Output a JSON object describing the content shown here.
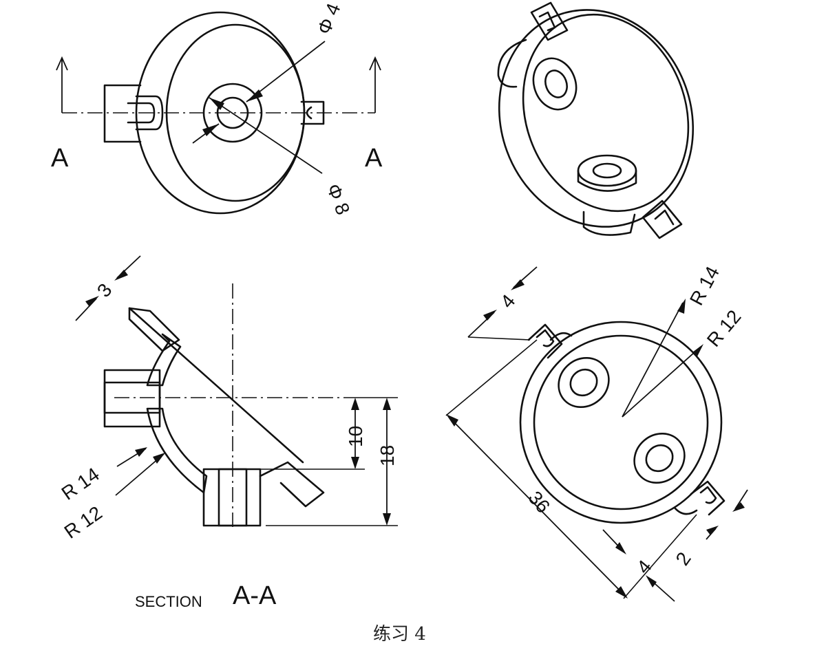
{
  "views": {
    "front": {
      "section_mark_left": "A",
      "section_mark_right": "A",
      "hole_inner_dim": "Φ 4",
      "hole_outer_dim": "Φ 8"
    },
    "section": {
      "dim_wall": "3",
      "dim_height_1": "10",
      "dim_height_2": "18",
      "dim_outer_radius": "R 14",
      "dim_inner_radius": "R 12",
      "title_prefix": "SECTION",
      "title_main": "A-A"
    },
    "top": {
      "dim_outer_radius": "R 14",
      "dim_inner_radius": "R 12",
      "dim_tab_width_top": "4",
      "dim_overall_length": "36",
      "dim_tab_width_bottom": "4",
      "dim_slot_width": "2"
    }
  },
  "caption": "练习 4"
}
